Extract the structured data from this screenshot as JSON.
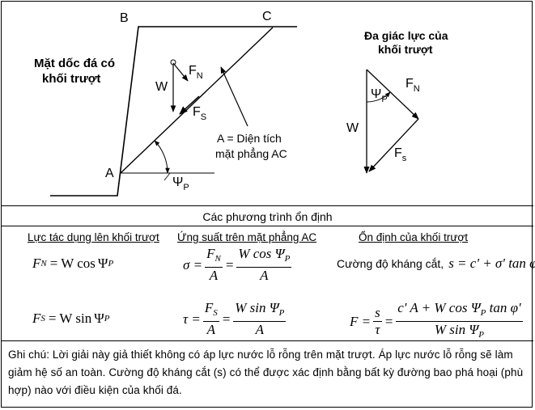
{
  "diagram": {
    "point_b": "B",
    "point_c": "C",
    "point_a": "A",
    "slope_title_line1": "Mặt dốc đá có",
    "slope_title_line2": "khối trượt",
    "weight_label": "W",
    "normal_force_label": "F",
    "normal_force_sub": "N",
    "shear_force_label": "F",
    "shear_force_sub": "S",
    "area_label_line1": "A = Diện tích",
    "area_label_line2": "mặt phẳng AC",
    "angle_label": "Ψ",
    "angle_sub": "P",
    "polygon_title_line1": "Đa giác lực của",
    "polygon_title_line2": "khối trượt",
    "poly_angle_label": "Ψ",
    "poly_angle_sub": "P",
    "poly_normal_label": "F",
    "poly_normal_sub": "N",
    "poly_weight_label": "W",
    "poly_shear_label": "F",
    "poly_shear_sub": "s"
  },
  "equations": {
    "section_title": "Các phương trình ổn định",
    "col1_heading": "Lực tác dụng lên khối trượt",
    "col2_heading": "Ứng suất trên mặt phẳng AC",
    "col3_heading": "Ổn định của khối trượt",
    "fn_lhs": "F",
    "fn_sub": "N",
    "fn_rhs": "= W cos",
    "fn_psi": "Ψ",
    "fn_psi_sub": "P",
    "fs_lhs": "F",
    "fs_sub": "S",
    "fs_rhs": "= W sin",
    "fs_psi": "Ψ",
    "fs_psi_sub": "P",
    "sigma_lhs": "σ =",
    "sigma_num1": "F",
    "sigma_num1_sub": "N",
    "sigma_den1": "A",
    "sigma_eq2": "=",
    "sigma_num2": "W cos Ψ",
    "sigma_num2_sub": "P",
    "sigma_den2": "A",
    "tau_lhs": "τ =",
    "tau_num1": "F",
    "tau_num1_sub": "S",
    "tau_den1": "A",
    "tau_eq2": "=",
    "tau_num2": "W sin Ψ",
    "tau_num2_sub": "P",
    "tau_den2": "A",
    "shear_strength_label": "Cường độ kháng cắt,",
    "shear_strength_eq": "s = c' + σ' tan φ'",
    "fos_lhs": "F =",
    "fos_num1": "s",
    "fos_den1": "τ",
    "fos_eq2": "=",
    "fos_num2": "c' A + W cos Ψ",
    "fos_num2_sub": "P",
    "fos_num2_tail": " tan φ'",
    "fos_den2": "W sin Ψ",
    "fos_den2_sub": "P"
  },
  "note": "Ghi chú: Lời giải này giả thiết không có áp lực nước lỗ rỗng trên mặt trượt. Áp lực nước lỗ rỗng sẽ làm giảm hệ số an toàn. Cường độ kháng cắt (s) có thể được xác định bằng bất kỳ đường bao phá hoại (phù hợp) nào với điều kiện của khối đá."
}
